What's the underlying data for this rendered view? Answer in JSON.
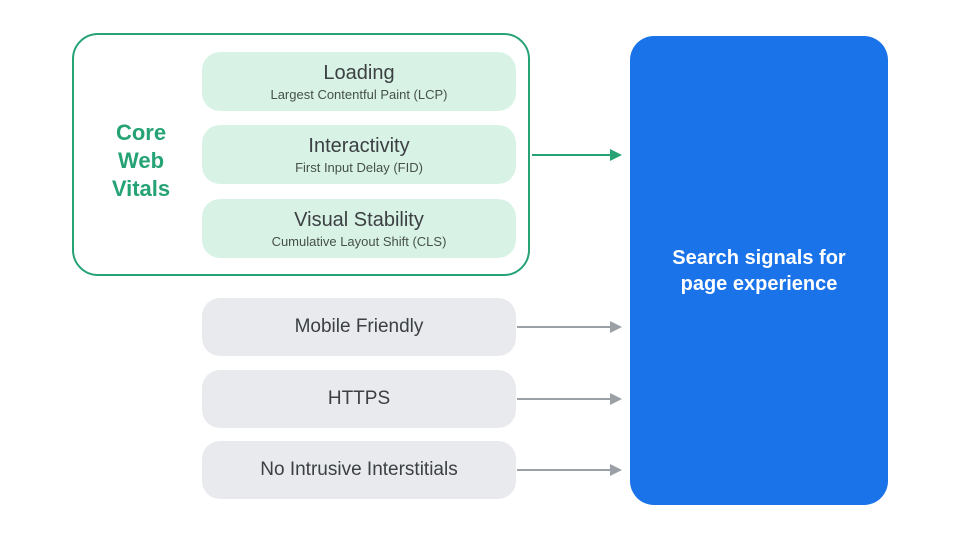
{
  "colors": {
    "green": "#26a375",
    "green_light": "#d8f3e6",
    "gray_box": "#e8eaed",
    "gray_arrow": "#9aa0a6",
    "blue": "#1a73e8",
    "text_dark": "#3c4043",
    "text_white": "#ffffff"
  },
  "core_web_vitals": {
    "label": "Core Web Vitals",
    "metrics": [
      {
        "title": "Loading",
        "subtitle": "Largest Contentful Paint (LCP)"
      },
      {
        "title": "Interactivity",
        "subtitle": "First Input Delay (FID)"
      },
      {
        "title": "Visual Stability",
        "subtitle": "Cumulative Layout Shift (CLS)"
      }
    ]
  },
  "other_signals": [
    {
      "label": "Mobile Friendly"
    },
    {
      "label": "HTTPS"
    },
    {
      "label": "No Intrusive Interstitials"
    }
  ],
  "result": {
    "label": "Search signals for page experience"
  }
}
